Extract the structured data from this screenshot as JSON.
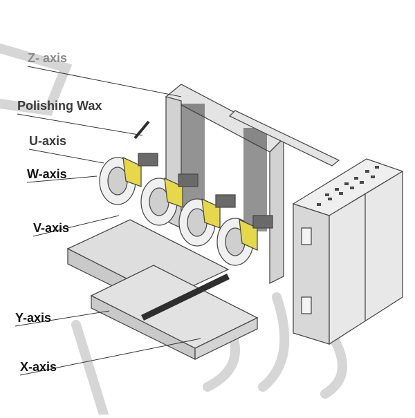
{
  "labels": {
    "z_axis": "Z- axis",
    "polishing_wax": "Polishing Wax",
    "u_axis": "U-axis",
    "w_axis": "W-axis",
    "v_axis": "V-axis",
    "y_axis": "Y-axis",
    "x_axis": "X-axis"
  },
  "colors": {
    "background": "#ffffff",
    "machine_fill": "#e4e4e4",
    "machine_shade": "#cfcfcf",
    "machine_stroke": "#4a4a4a",
    "yellow_part": "#e6d84a",
    "dark_part": "#2e2e2e",
    "watermark": "#d6d6d6",
    "leader_line": "#333333"
  }
}
